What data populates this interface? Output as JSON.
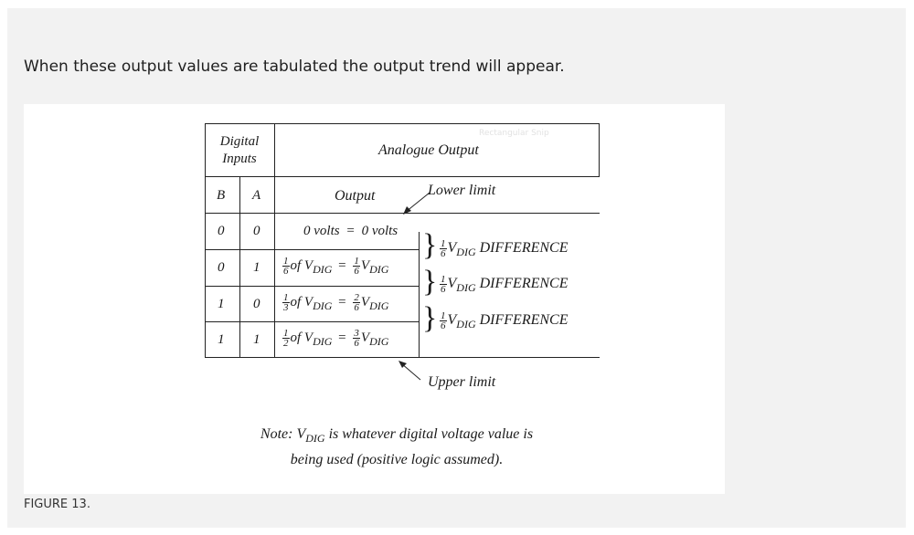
{
  "intro_text": "When these output values are tabulated the output trend will appear.",
  "caption": "FIGURE 13.",
  "figure": {
    "watermark": "Rectangular Snip",
    "header": {
      "digital_inputs_1": "Digital",
      "digital_inputs_2": "Inputs",
      "analogue_output": "Analogue Output",
      "col_b": "B",
      "col_a": "A",
      "output": "Output",
      "lower_limit": "Lower limit",
      "upper_limit": "Upper limit"
    },
    "rows": [
      {
        "b": "0",
        "a": "0",
        "left_pre": "",
        "left_num": "",
        "left_den": "",
        "left_post": "0 volts",
        "eq": "=",
        "right_num": "",
        "right_den": "",
        "right_post": "0 volts"
      },
      {
        "b": "0",
        "a": "1",
        "left_num": "1",
        "left_den": "6",
        "left_of": "of V",
        "left_sub": "DIG",
        "eq": "=",
        "right_num": "1",
        "right_den": "6",
        "right_v": "V",
        "right_sub": "DIG"
      },
      {
        "b": "1",
        "a": "0",
        "left_num": "1",
        "left_den": "3",
        "left_of": "of V",
        "left_sub": "DIG",
        "eq": "=",
        "right_num": "2",
        "right_den": "6",
        "right_v": "V",
        "right_sub": "DIG"
      },
      {
        "b": "1",
        "a": "1",
        "left_num": "1",
        "left_den": "2",
        "left_of": "of V",
        "left_sub": "DIG",
        "eq": "=",
        "right_num": "3",
        "right_den": "6",
        "right_v": "V",
        "right_sub": "DIG"
      }
    ],
    "differences": [
      {
        "num": "1",
        "den": "6",
        "v": "V",
        "sub": "DIG",
        "label": "DIFFERENCE"
      },
      {
        "num": "1",
        "den": "6",
        "v": "V",
        "sub": "DIG",
        "label": "DIFFERENCE"
      },
      {
        "num": "1",
        "den": "6",
        "v": "V",
        "sub": "DIG",
        "label": "DIFFERENCE"
      }
    ],
    "note": {
      "prefix": "Note: V",
      "sub": "DIG",
      "line1_rest": " is whatever digital voltage value is",
      "line2": "being used (positive logic assumed)."
    }
  }
}
